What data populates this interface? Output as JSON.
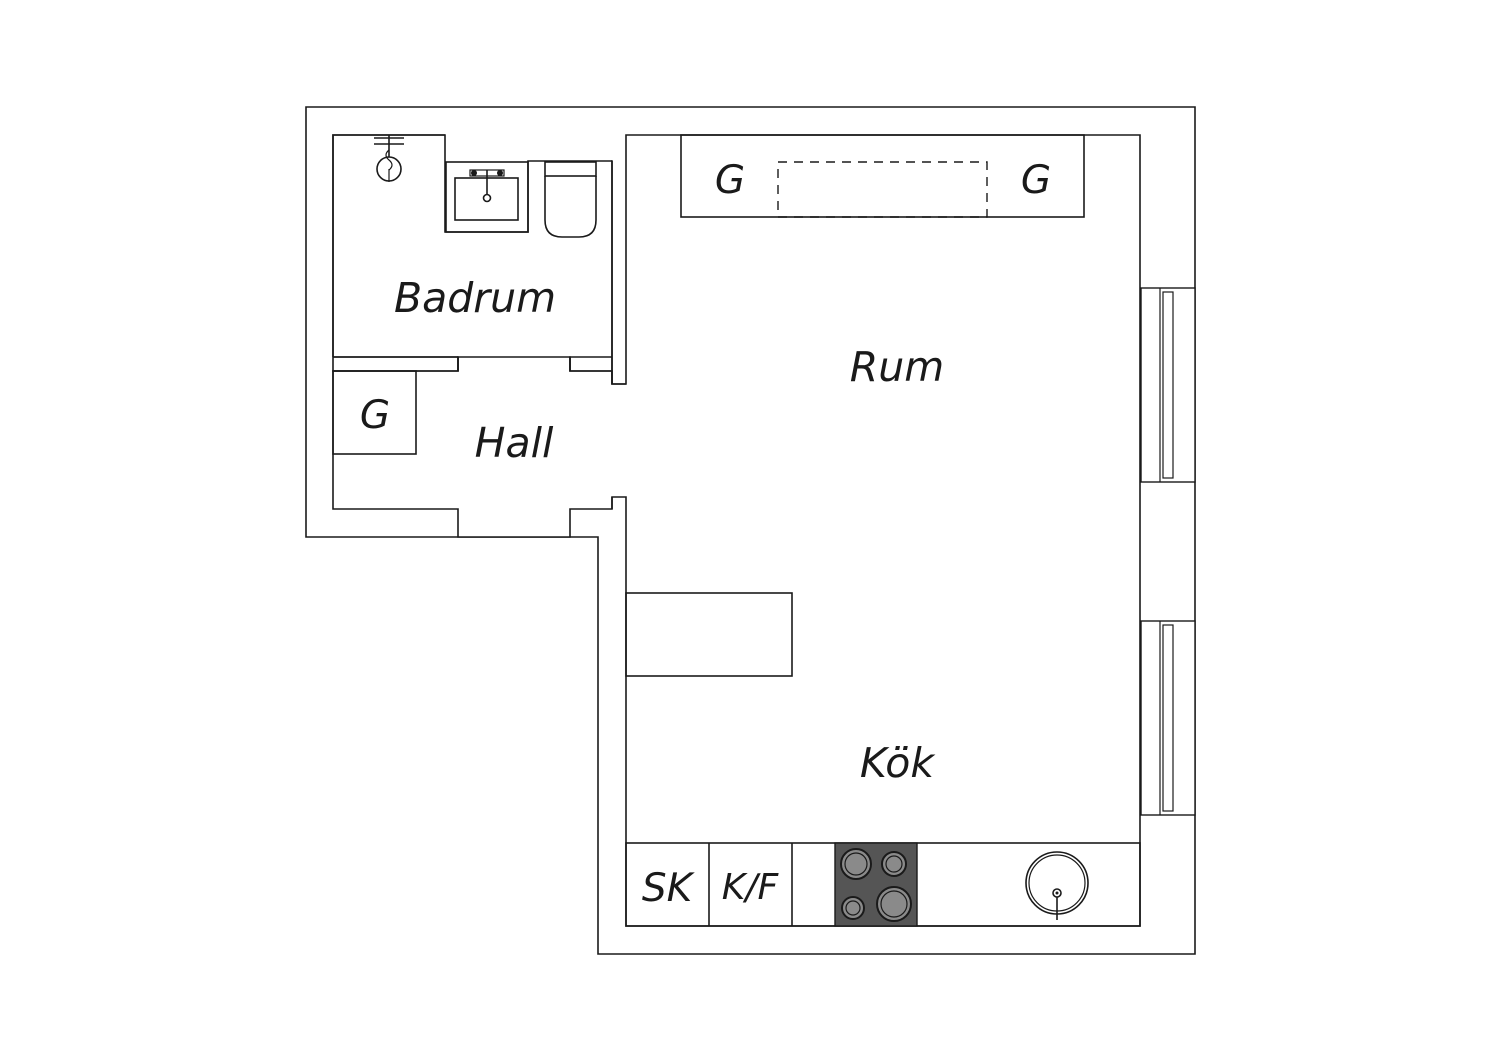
{
  "rooms": {
    "badrum": "Badrum",
    "hall": "Hall",
    "rum": "Rum",
    "kok": "Kök"
  },
  "labels": {
    "wardrobe": "G",
    "cabinet": "SK",
    "fridge_freezer": "K/F"
  },
  "colors": {
    "stroke": "#1a1a1a",
    "background": "#ffffff",
    "stove": "#555555"
  }
}
